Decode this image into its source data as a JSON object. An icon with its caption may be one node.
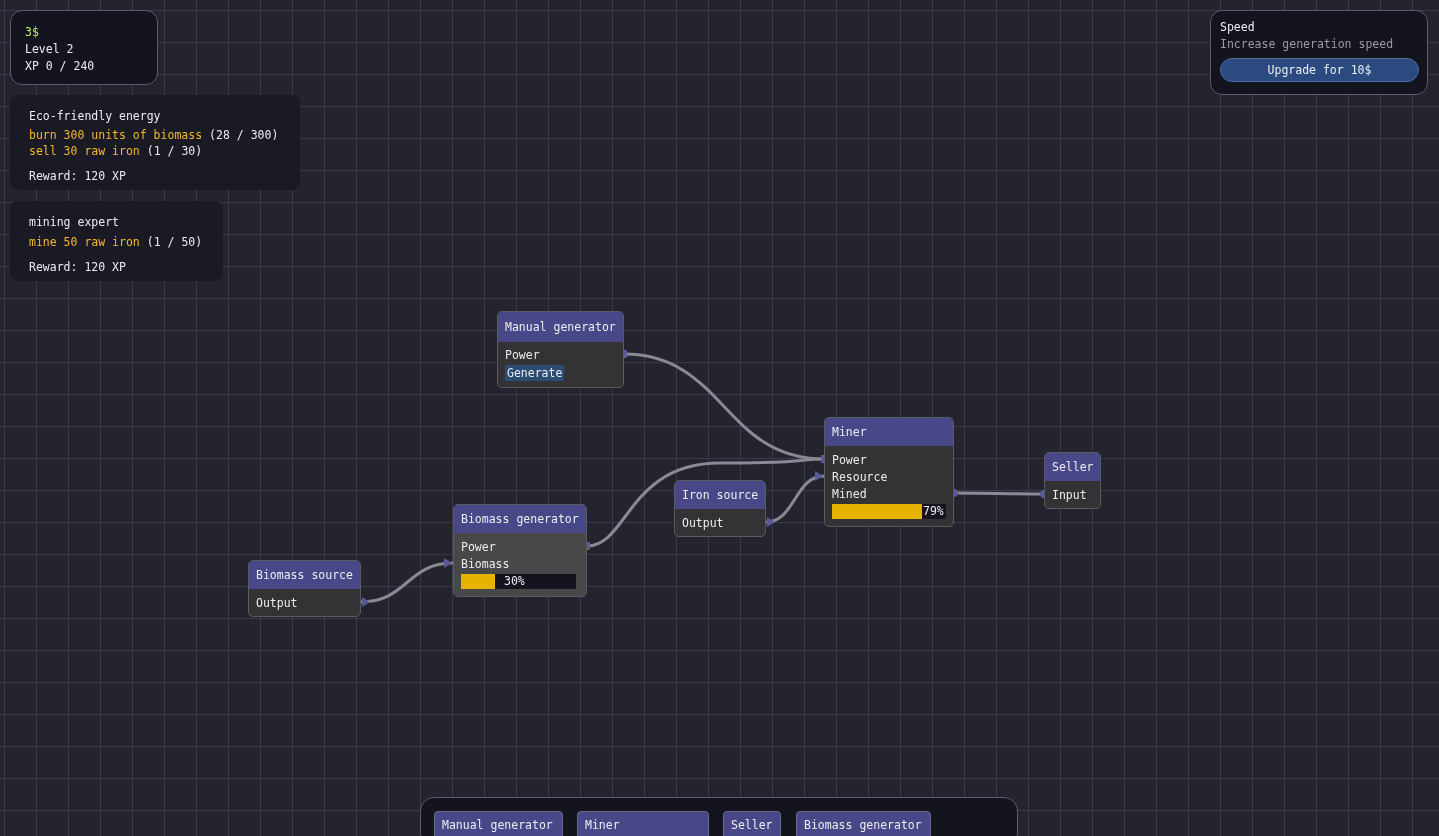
{
  "diagram": {
    "nodes": [
      {
        "text": [
          "3$",
          "Level 2",
          "XP 0 / 240"
        ]
      },
      {
        "text": [
          "Eco-friendly energy",
          "burn 300 units of biomass",
          "(28 / 300)",
          "sell 30 raw iron",
          "(1 / 30)",
          "Reward: 120 XP"
        ]
      },
      {
        "text": [
          "mining expert",
          "mine 50 raw iron",
          "(1 / 50)",
          "Reward: 120 XP"
        ]
      },
      {
        "text": [
          "Speed",
          "Increase generation speed",
          "Upgrade for 10$"
        ]
      },
      {
        "text": [
          "Manual generator",
          "Power",
          "Generate"
        ]
      },
      {
        "text": [
          "Miner",
          "Power",
          "Resource",
          "Mined",
          "79%"
        ]
      },
      {
        "text": [
          "Seller",
          "Input"
        ]
      },
      {
        "text": [
          "Iron source",
          "Output"
        ]
      },
      {
        "text": [
          "Biomass generator",
          "Power",
          "Biomass",
          "30%"
        ]
      },
      {
        "text": [
          "Biomass source",
          "Output"
        ]
      },
      {
        "text": [],
        "shape": "box"
      },
      {
        "text": [
          "Manual generator"
        ],
        "in": 10
      },
      {
        "text": [
          "Miner"
        ],
        "in": 10
      },
      {
        "text": [
          "Seller"
        ],
        "in": 10
      },
      {
        "text": [
          "Biomass generator"
        ],
        "in": 10
      }
    ],
    "edges": [
      {
        "from": 4,
        "to": 5,
        "arrow": "other"
      },
      {
        "from": 8,
        "to": 5,
        "arrow": "other"
      },
      {
        "from": 9,
        "to": 8,
        "arrow": "to"
      },
      {
        "from": 7,
        "to": 5,
        "arrow": "to"
      },
      {
        "from": 5,
        "to": 6,
        "arrow": "other"
      }
    ]
  }
}
